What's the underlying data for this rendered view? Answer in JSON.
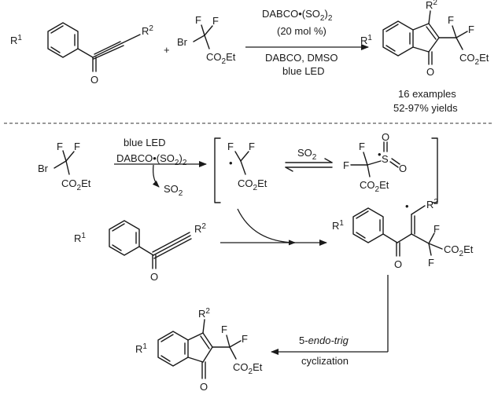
{
  "reaction": {
    "substrate_ketone": {
      "r1": "R",
      "r1_sup": "1",
      "r2": "R",
      "r2_sup": "2",
      "o": "O"
    },
    "plus": "+",
    "reagent_bromo": {
      "br": "Br",
      "f": "F",
      "co2et_pre": "CO",
      "co2et_sub": "2",
      "co2et_post": "Et"
    },
    "catalyst": {
      "pre": "DABCO•(SO",
      "sub": "2",
      "post": ")",
      "sub2": "2"
    },
    "loading": "(20 mol %)",
    "additives": "DABCO, DMSO",
    "light": "blue LED",
    "product": {
      "r1": "R",
      "r1_sup": "1",
      "r2": "R",
      "r2_sup": "2",
      "f": "F",
      "o": "O",
      "co2et_pre": "CO",
      "co2et_sub": "2",
      "co2et_post": "Et"
    },
    "scope": "16 examples",
    "yields": "52-97% yields"
  },
  "mechanism": {
    "light": "blue LED",
    "catalyst": {
      "pre": "DABCO•(SO",
      "sub": "2",
      "post": ")",
      "sub2": "2"
    },
    "byproduct": {
      "pre": "SO",
      "sub": "2"
    },
    "reagent": {
      "br": "Br",
      "f": "F",
      "co2et_pre": "CO",
      "co2et_sub": "2",
      "co2et_post": "Et"
    },
    "radical": {
      "f": "F",
      "dot": "•",
      "co2et_pre": "CO",
      "co2et_sub": "2",
      "co2et_post": "Et"
    },
    "equilibrium_label": {
      "pre": "SO",
      "sub": "2"
    },
    "sulfonyl": {
      "f": "F",
      "s": "S",
      "o": "O",
      "dot": "•",
      "co2et_pre": "CO",
      "co2et_sub": "2",
      "co2et_post": "Et"
    },
    "alkyne": {
      "r1": "R",
      "r1_sup": "1",
      "r2": "R",
      "r2_sup": "2",
      "o": "O"
    },
    "vinyl_radical": {
      "r1": "R",
      "r1_sup": "1",
      "r2": "R",
      "r2_sup": "2",
      "f": "F",
      "o": "O",
      "dot": "•",
      "co2et_pre": "CO",
      "co2et_sub": "2",
      "co2et_post": "Et"
    },
    "cyclization_pre": "5-",
    "cyclization_italic": "endo-trig",
    "cyclization_word": "cyclization",
    "product": {
      "r1": "R",
      "r1_sup": "1",
      "r2": "R",
      "r2_sup": "2",
      "f": "F",
      "o": "O",
      "co2et_pre": "CO",
      "co2et_sub": "2",
      "co2et_post": "Et"
    }
  }
}
